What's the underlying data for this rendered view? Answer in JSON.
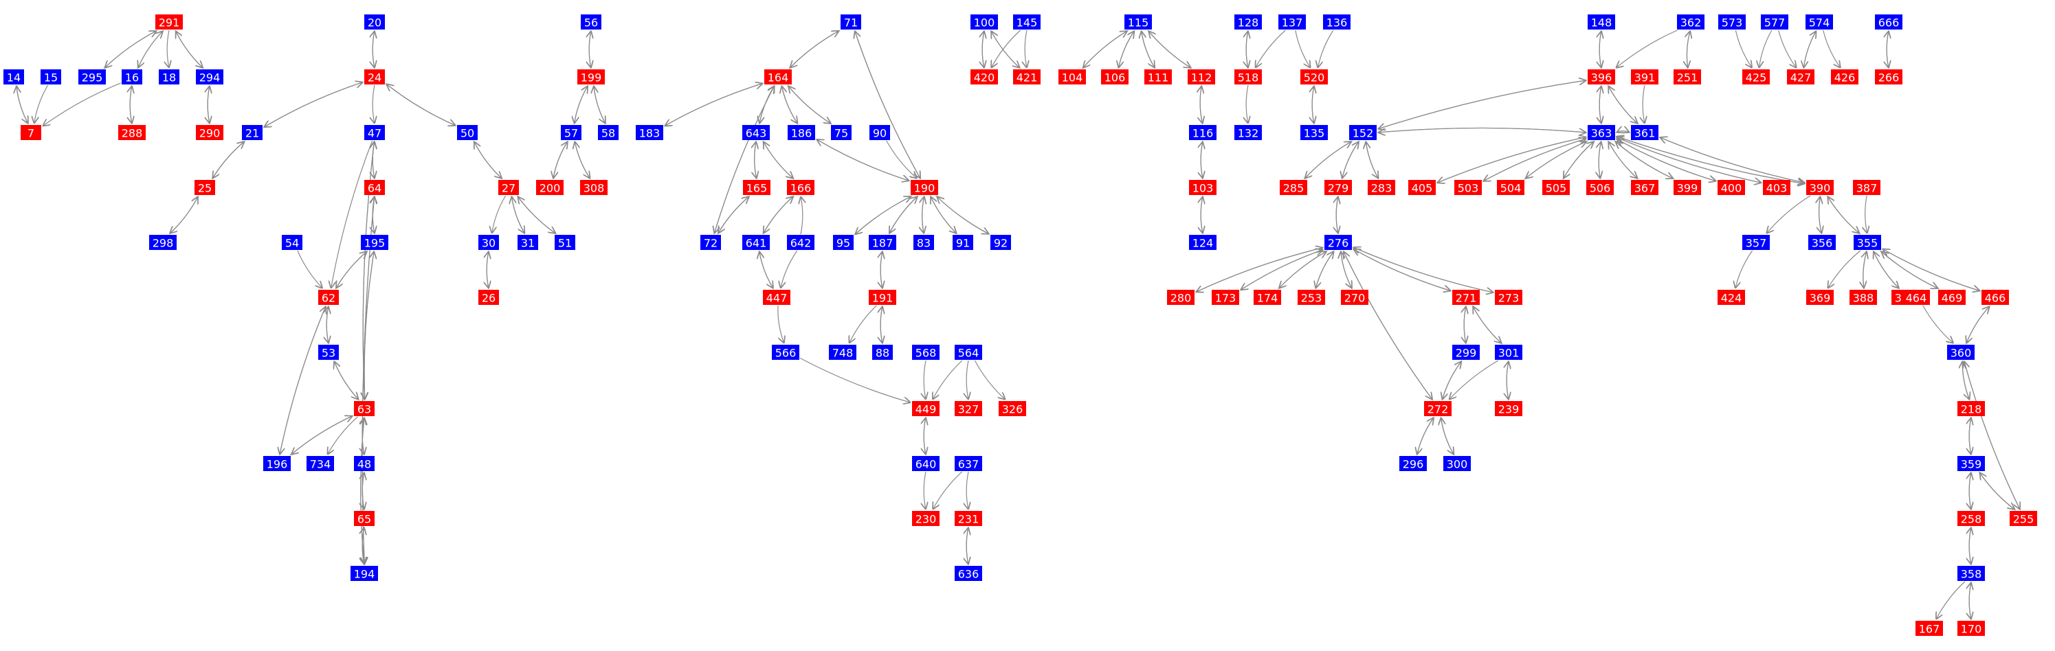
{
  "colors": {
    "red": "#ff0000",
    "blue": "#0000ff",
    "edge": "#8a8a8a"
  },
  "nodes": [
    {
      "id": "291",
      "c": "red"
    },
    {
      "id": "295",
      "c": "blue"
    },
    {
      "id": "16",
      "c": "blue"
    },
    {
      "id": "18",
      "c": "blue"
    },
    {
      "id": "294",
      "c": "blue"
    },
    {
      "id": "14",
      "c": "blue"
    },
    {
      "id": "15",
      "c": "blue"
    },
    {
      "id": "7",
      "c": "red"
    },
    {
      "id": "288",
      "c": "red"
    },
    {
      "id": "290",
      "c": "red"
    },
    {
      "id": "20",
      "c": "blue"
    },
    {
      "id": "24",
      "c": "red"
    },
    {
      "id": "21",
      "c": "blue"
    },
    {
      "id": "47",
      "c": "blue"
    },
    {
      "id": "50",
      "c": "blue"
    },
    {
      "id": "25",
      "c": "red"
    },
    {
      "id": "298",
      "c": "blue"
    },
    {
      "id": "64",
      "c": "red"
    },
    {
      "id": "54",
      "c": "blue"
    },
    {
      "id": "195",
      "c": "blue"
    },
    {
      "id": "62",
      "c": "red"
    },
    {
      "id": "53",
      "c": "blue"
    },
    {
      "id": "63",
      "c": "red"
    },
    {
      "id": "196",
      "c": "blue"
    },
    {
      "id": "734",
      "c": "blue"
    },
    {
      "id": "48",
      "c": "blue"
    },
    {
      "id": "65",
      "c": "red"
    },
    {
      "id": "194",
      "c": "blue"
    },
    {
      "id": "27",
      "c": "red"
    },
    {
      "id": "30",
      "c": "blue"
    },
    {
      "id": "31",
      "c": "blue"
    },
    {
      "id": "51",
      "c": "blue"
    },
    {
      "id": "26",
      "c": "red"
    },
    {
      "id": "56",
      "c": "blue"
    },
    {
      "id": "199",
      "c": "red"
    },
    {
      "id": "57",
      "c": "blue"
    },
    {
      "id": "58",
      "c": "blue"
    },
    {
      "id": "200",
      "c": "red"
    },
    {
      "id": "308",
      "c": "red"
    },
    {
      "id": "71",
      "c": "blue"
    },
    {
      "id": "164",
      "c": "red"
    },
    {
      "id": "183",
      "c": "blue"
    },
    {
      "id": "643",
      "c": "blue"
    },
    {
      "id": "186",
      "c": "blue"
    },
    {
      "id": "75",
      "c": "blue"
    },
    {
      "id": "90",
      "c": "blue"
    },
    {
      "id": "165",
      "c": "red"
    },
    {
      "id": "166",
      "c": "red"
    },
    {
      "id": "190",
      "c": "red"
    },
    {
      "id": "72",
      "c": "blue"
    },
    {
      "id": "641",
      "c": "blue"
    },
    {
      "id": "642",
      "c": "blue"
    },
    {
      "id": "95",
      "c": "blue"
    },
    {
      "id": "187",
      "c": "blue"
    },
    {
      "id": "83",
      "c": "blue"
    },
    {
      "id": "91",
      "c": "blue"
    },
    {
      "id": "92",
      "c": "blue"
    },
    {
      "id": "447",
      "c": "red"
    },
    {
      "id": "191",
      "c": "red"
    },
    {
      "id": "566",
      "c": "blue"
    },
    {
      "id": "748",
      "c": "blue"
    },
    {
      "id": "88",
      "c": "blue"
    },
    {
      "id": "568",
      "c": "blue"
    },
    {
      "id": "564",
      "c": "blue"
    },
    {
      "id": "449",
      "c": "red"
    },
    {
      "id": "327",
      "c": "red"
    },
    {
      "id": "326",
      "c": "red"
    },
    {
      "id": "640",
      "c": "blue"
    },
    {
      "id": "637",
      "c": "blue"
    },
    {
      "id": "230",
      "c": "red"
    },
    {
      "id": "231",
      "c": "red"
    },
    {
      "id": "636",
      "c": "blue"
    },
    {
      "id": "100",
      "c": "blue"
    },
    {
      "id": "145",
      "c": "blue"
    },
    {
      "id": "420",
      "c": "red"
    },
    {
      "id": "421",
      "c": "red"
    },
    {
      "id": "115",
      "c": "blue"
    },
    {
      "id": "104",
      "c": "red"
    },
    {
      "id": "106",
      "c": "red"
    },
    {
      "id": "111",
      "c": "red"
    },
    {
      "id": "112",
      "c": "red"
    },
    {
      "id": "116",
      "c": "blue"
    },
    {
      "id": "103",
      "c": "red"
    },
    {
      "id": "124",
      "c": "blue"
    },
    {
      "id": "128",
      "c": "blue"
    },
    {
      "id": "137",
      "c": "blue"
    },
    {
      "id": "136",
      "c": "blue"
    },
    {
      "id": "518",
      "c": "red"
    },
    {
      "id": "520",
      "c": "red"
    },
    {
      "id": "132",
      "c": "blue"
    },
    {
      "id": "135",
      "c": "blue"
    },
    {
      "id": "152",
      "c": "blue"
    },
    {
      "id": "285",
      "c": "red"
    },
    {
      "id": "279",
      "c": "red"
    },
    {
      "id": "283",
      "c": "red"
    },
    {
      "id": "276",
      "c": "blue"
    },
    {
      "id": "280",
      "c": "red"
    },
    {
      "id": "173",
      "c": "red"
    },
    {
      "id": "174",
      "c": "red"
    },
    {
      "id": "253",
      "c": "red"
    },
    {
      "id": "270",
      "c": "red"
    },
    {
      "id": "271",
      "c": "red"
    },
    {
      "id": "273",
      "c": "red"
    },
    {
      "id": "299",
      "c": "blue"
    },
    {
      "id": "301",
      "c": "blue"
    },
    {
      "id": "272",
      "c": "red"
    },
    {
      "id": "239",
      "c": "red"
    },
    {
      "id": "296",
      "c": "blue"
    },
    {
      "id": "300",
      "c": "blue"
    },
    {
      "id": "148",
      "c": "blue"
    },
    {
      "id": "362",
      "c": "blue"
    },
    {
      "id": "396",
      "c": "red"
    },
    {
      "id": "391",
      "c": "red"
    },
    {
      "id": "251",
      "c": "red"
    },
    {
      "id": "363",
      "c": "blue"
    },
    {
      "id": "361",
      "c": "blue"
    },
    {
      "id": "405",
      "c": "red"
    },
    {
      "id": "503",
      "c": "red"
    },
    {
      "id": "504",
      "c": "red"
    },
    {
      "id": "505",
      "c": "red"
    },
    {
      "id": "506",
      "c": "red"
    },
    {
      "id": "367",
      "c": "red"
    },
    {
      "id": "399",
      "c": "red"
    },
    {
      "id": "400",
      "c": "red"
    },
    {
      "id": "403",
      "c": "red"
    },
    {
      "id": "390",
      "c": "red"
    },
    {
      "id": "387",
      "c": "red"
    },
    {
      "id": "357",
      "c": "blue"
    },
    {
      "id": "356",
      "c": "blue"
    },
    {
      "id": "355",
      "c": "blue"
    },
    {
      "id": "424",
      "c": "red"
    },
    {
      "id": "369",
      "c": "red"
    },
    {
      "id": "388",
      "c": "red"
    },
    {
      "id": "389",
      "c": "red"
    },
    {
      "id": "464",
      "c": "red"
    },
    {
      "id": "469",
      "c": "red"
    },
    {
      "id": "466",
      "c": "red"
    },
    {
      "id": "360",
      "c": "blue"
    },
    {
      "id": "218",
      "c": "red"
    },
    {
      "id": "359",
      "c": "blue"
    },
    {
      "id": "258",
      "c": "red"
    },
    {
      "id": "255",
      "c": "red"
    },
    {
      "id": "358",
      "c": "blue"
    },
    {
      "id": "167",
      "c": "red"
    },
    {
      "id": "170",
      "c": "red"
    },
    {
      "id": "573",
      "c": "blue"
    },
    {
      "id": "577",
      "c": "blue"
    },
    {
      "id": "574",
      "c": "blue"
    },
    {
      "id": "425",
      "c": "red"
    },
    {
      "id": "427",
      "c": "red"
    },
    {
      "id": "426",
      "c": "red"
    },
    {
      "id": "666",
      "c": "blue"
    },
    {
      "id": "266",
      "c": "red"
    }
  ],
  "edges": [
    [
      "291",
      "295"
    ],
    [
      "295",
      "291"
    ],
    [
      "291",
      "16"
    ],
    [
      "16",
      "291"
    ],
    [
      "291",
      "18"
    ],
    [
      "291",
      "294"
    ],
    [
      "294",
      "291"
    ],
    [
      "294",
      "290"
    ],
    [
      "290",
      "294"
    ],
    [
      "14",
      "7"
    ],
    [
      "15",
      "7"
    ],
    [
      "16",
      "7"
    ],
    [
      "16",
      "288"
    ],
    [
      "288",
      "16"
    ],
    [
      "7",
      "14"
    ],
    [
      "20",
      "24"
    ],
    [
      "24",
      "20"
    ],
    [
      "24",
      "21"
    ],
    [
      "21",
      "24"
    ],
    [
      "24",
      "47"
    ],
    [
      "24",
      "50"
    ],
    [
      "50",
      "24"
    ],
    [
      "21",
      "25"
    ],
    [
      "25",
      "21"
    ],
    [
      "298",
      "25"
    ],
    [
      "25",
      "298"
    ],
    [
      "47",
      "64"
    ],
    [
      "64",
      "47"
    ],
    [
      "47",
      "62"
    ],
    [
      "47",
      "63"
    ],
    [
      "63",
      "47"
    ],
    [
      "64",
      "195"
    ],
    [
      "195",
      "64"
    ],
    [
      "64",
      "194"
    ],
    [
      "194",
      "64"
    ],
    [
      "54",
      "62"
    ],
    [
      "195",
      "62"
    ],
    [
      "62",
      "195"
    ],
    [
      "195",
      "63"
    ],
    [
      "63",
      "195"
    ],
    [
      "62",
      "53"
    ],
    [
      "53",
      "62"
    ],
    [
      "62",
      "196"
    ],
    [
      "53",
      "63"
    ],
    [
      "63",
      "53"
    ],
    [
      "63",
      "196"
    ],
    [
      "196",
      "63"
    ],
    [
      "63",
      "734"
    ],
    [
      "63",
      "48"
    ],
    [
      "48",
      "63"
    ],
    [
      "63",
      "194"
    ],
    [
      "194",
      "63"
    ],
    [
      "48",
      "65"
    ],
    [
      "65",
      "48"
    ],
    [
      "65",
      "194"
    ],
    [
      "194",
      "65"
    ],
    [
      "196",
      "62"
    ],
    [
      "50",
      "27"
    ],
    [
      "27",
      "50"
    ],
    [
      "27",
      "30"
    ],
    [
      "27",
      "31"
    ],
    [
      "31",
      "27"
    ],
    [
      "27",
      "51"
    ],
    [
      "51",
      "27"
    ],
    [
      "30",
      "26"
    ],
    [
      "26",
      "30"
    ],
    [
      "56",
      "199"
    ],
    [
      "199",
      "56"
    ],
    [
      "199",
      "57"
    ],
    [
      "57",
      "199"
    ],
    [
      "199",
      "58"
    ],
    [
      "58",
      "199"
    ],
    [
      "57",
      "200"
    ],
    [
      "200",
      "57"
    ],
    [
      "57",
      "308"
    ],
    [
      "308",
      "57"
    ],
    [
      "71",
      "164"
    ],
    [
      "164",
      "71"
    ],
    [
      "164",
      "183"
    ],
    [
      "183",
      "164"
    ],
    [
      "164",
      "643"
    ],
    [
      "643",
      "164"
    ],
    [
      "164",
      "186"
    ],
    [
      "186",
      "164"
    ],
    [
      "164",
      "75"
    ],
    [
      "75",
      "164"
    ],
    [
      "164",
      "72"
    ],
    [
      "72",
      "164"
    ],
    [
      "90",
      "190"
    ],
    [
      "71",
      "190"
    ],
    [
      "190",
      "71"
    ],
    [
      "186",
      "190"
    ],
    [
      "190",
      "186"
    ],
    [
      "643",
      "165"
    ],
    [
      "165",
      "643"
    ],
    [
      "643",
      "166"
    ],
    [
      "166",
      "643"
    ],
    [
      "165",
      "72"
    ],
    [
      "72",
      "165"
    ],
    [
      "166",
      "641"
    ],
    [
      "641",
      "166"
    ],
    [
      "642",
      "166"
    ],
    [
      "641",
      "447"
    ],
    [
      "447",
      "641"
    ],
    [
      "642",
      "447"
    ],
    [
      "190",
      "95"
    ],
    [
      "95",
      "190"
    ],
    [
      "190",
      "187"
    ],
    [
      "187",
      "190"
    ],
    [
      "190",
      "83"
    ],
    [
      "83",
      "190"
    ],
    [
      "190",
      "91"
    ],
    [
      "91",
      "190"
    ],
    [
      "190",
      "92"
    ],
    [
      "92",
      "190"
    ],
    [
      "187",
      "191"
    ],
    [
      "191",
      "187"
    ],
    [
      "191",
      "748"
    ],
    [
      "191",
      "88"
    ],
    [
      "88",
      "191"
    ],
    [
      "447",
      "566"
    ],
    [
      "566",
      "449"
    ],
    [
      "568",
      "449"
    ],
    [
      "564",
      "449"
    ],
    [
      "564",
      "327"
    ],
    [
      "564",
      "326"
    ],
    [
      "449",
      "640"
    ],
    [
      "640",
      "449"
    ],
    [
      "640",
      "230"
    ],
    [
      "637",
      "230"
    ],
    [
      "637",
      "231"
    ],
    [
      "231",
      "636"
    ],
    [
      "636",
      "231"
    ],
    [
      "100",
      "420"
    ],
    [
      "420",
      "100"
    ],
    [
      "100",
      "421"
    ],
    [
      "421",
      "100"
    ],
    [
      "145",
      "420"
    ],
    [
      "145",
      "421"
    ],
    [
      "115",
      "104"
    ],
    [
      "104",
      "115"
    ],
    [
      "115",
      "106"
    ],
    [
      "106",
      "115"
    ],
    [
      "115",
      "111"
    ],
    [
      "111",
      "115"
    ],
    [
      "115",
      "112"
    ],
    [
      "112",
      "115"
    ],
    [
      "112",
      "116"
    ],
    [
      "116",
      "112"
    ],
    [
      "116",
      "103"
    ],
    [
      "103",
      "116"
    ],
    [
      "103",
      "124"
    ],
    [
      "124",
      "103"
    ],
    [
      "128",
      "518"
    ],
    [
      "518",
      "128"
    ],
    [
      "137",
      "518"
    ],
    [
      "137",
      "520"
    ],
    [
      "136",
      "520"
    ],
    [
      "518",
      "132"
    ],
    [
      "520",
      "135"
    ],
    [
      "135",
      "520"
    ],
    [
      "396",
      "152"
    ],
    [
      "152",
      "396"
    ],
    [
      "152",
      "285"
    ],
    [
      "285",
      "152"
    ],
    [
      "152",
      "279"
    ],
    [
      "279",
      "152"
    ],
    [
      "152",
      "283"
    ],
    [
      "283",
      "152"
    ],
    [
      "279",
      "276"
    ],
    [
      "276",
      "279"
    ],
    [
      "276",
      "280"
    ],
    [
      "280",
      "276"
    ],
    [
      "276",
      "173"
    ],
    [
      "173",
      "276"
    ],
    [
      "276",
      "174"
    ],
    [
      "174",
      "276"
    ],
    [
      "276",
      "253"
    ],
    [
      "253",
      "276"
    ],
    [
      "276",
      "270"
    ],
    [
      "270",
      "276"
    ],
    [
      "276",
      "271"
    ],
    [
      "271",
      "276"
    ],
    [
      "276",
      "273"
    ],
    [
      "273",
      "276"
    ],
    [
      "276",
      "272"
    ],
    [
      "272",
      "276"
    ],
    [
      "271",
      "299"
    ],
    [
      "299",
      "271"
    ],
    [
      "271",
      "301"
    ],
    [
      "301",
      "271"
    ],
    [
      "299",
      "272"
    ],
    [
      "272",
      "299"
    ],
    [
      "301",
      "272"
    ],
    [
      "301",
      "239"
    ],
    [
      "239",
      "301"
    ],
    [
      "272",
      "296"
    ],
    [
      "296",
      "272"
    ],
    [
      "272",
      "300"
    ],
    [
      "300",
      "272"
    ],
    [
      "148",
      "396"
    ],
    [
      "396",
      "148"
    ],
    [
      "362",
      "396"
    ],
    [
      "362",
      "251"
    ],
    [
      "251",
      "362"
    ],
    [
      "396",
      "363"
    ],
    [
      "363",
      "396"
    ],
    [
      "396",
      "361"
    ],
    [
      "361",
      "396"
    ],
    [
      "391",
      "361"
    ],
    [
      "363",
      "152"
    ],
    [
      "152",
      "363"
    ],
    [
      "363",
      "405"
    ],
    [
      "405",
      "363"
    ],
    [
      "363",
      "503"
    ],
    [
      "503",
      "363"
    ],
    [
      "363",
      "504"
    ],
    [
      "504",
      "363"
    ],
    [
      "363",
      "505"
    ],
    [
      "505",
      "363"
    ],
    [
      "363",
      "506"
    ],
    [
      "506",
      "363"
    ],
    [
      "363",
      "367"
    ],
    [
      "367",
      "363"
    ],
    [
      "363",
      "399"
    ],
    [
      "399",
      "363"
    ],
    [
      "363",
      "400"
    ],
    [
      "400",
      "363"
    ],
    [
      "363",
      "403"
    ],
    [
      "403",
      "363"
    ],
    [
      "363",
      "390"
    ],
    [
      "390",
      "363"
    ],
    [
      "361",
      "363"
    ],
    [
      "363",
      "361"
    ],
    [
      "361",
      "390"
    ],
    [
      "390",
      "361"
    ],
    [
      "390",
      "357"
    ],
    [
      "390",
      "356"
    ],
    [
      "356",
      "390"
    ],
    [
      "390",
      "355"
    ],
    [
      "355",
      "390"
    ],
    [
      "387",
      "355"
    ],
    [
      "357",
      "424"
    ],
    [
      "355",
      "369"
    ],
    [
      "355",
      "388"
    ],
    [
      "388",
      "355"
    ],
    [
      "355",
      "389"
    ],
    [
      "389",
      "355"
    ],
    [
      "355",
      "469"
    ],
    [
      "469",
      "355"
    ],
    [
      "355",
      "466"
    ],
    [
      "466",
      "355"
    ],
    [
      "464",
      "360"
    ],
    [
      "466",
      "360"
    ],
    [
      "360",
      "466"
    ],
    [
      "360",
      "218"
    ],
    [
      "218",
      "360"
    ],
    [
      "360",
      "255"
    ],
    [
      "255",
      "360"
    ],
    [
      "218",
      "359"
    ],
    [
      "359",
      "218"
    ],
    [
      "359",
      "258"
    ],
    [
      "258",
      "359"
    ],
    [
      "359",
      "255"
    ],
    [
      "255",
      "359"
    ],
    [
      "258",
      "358"
    ],
    [
      "358",
      "258"
    ],
    [
      "358",
      "167"
    ],
    [
      "358",
      "170"
    ],
    [
      "170",
      "358"
    ],
    [
      "573",
      "425"
    ],
    [
      "577",
      "425"
    ],
    [
      "577",
      "427"
    ],
    [
      "574",
      "427"
    ],
    [
      "427",
      "574"
    ],
    [
      "574",
      "426"
    ],
    [
      "666",
      "266"
    ],
    [
      "266",
      "666"
    ]
  ]
}
